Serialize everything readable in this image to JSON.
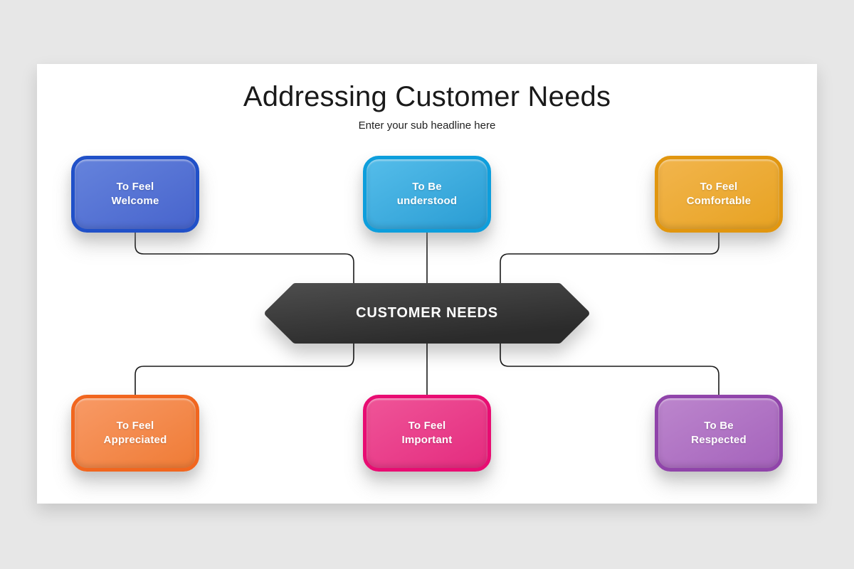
{
  "canvas": {
    "background": "#e7e7e7",
    "slide_background": "#ffffff"
  },
  "header": {
    "title": "Addressing Customer Needs",
    "subtitle": "Enter your sub headline here",
    "title_color": "#1a1a1a"
  },
  "center_node": {
    "label": "CUSTOMER NEEDS",
    "gradient_top": "#4c4c4c",
    "gradient_bottom": "#2b2b2b",
    "text_color": "#ffffff"
  },
  "connector_color": "#1a1a1a",
  "node_text_color": "#ffffff",
  "nodes": [
    {
      "id": "to-feel-welcome",
      "line1": "To Feel",
      "line2": "Welcome",
      "border_color": "#2050c8",
      "fill_light": "#6583dc",
      "fill_dark": "#4a67ce"
    },
    {
      "id": "to-be-understood",
      "line1": "To Be",
      "line2": "understood",
      "border_color": "#0d9edc",
      "fill_light": "#55bdea",
      "fill_dark": "#2d9fd5"
    },
    {
      "id": "to-feel-comfortable",
      "line1": "To Feel",
      "line2": "Comfortable",
      "border_color": "#e1960f",
      "fill_light": "#f2b54d",
      "fill_dark": "#e8a426"
    },
    {
      "id": "to-feel-appreciated",
      "line1": "To Feel",
      "line2": "Appreciated",
      "border_color": "#f1661f",
      "fill_light": "#f89a66",
      "fill_dark": "#f07e3a"
    },
    {
      "id": "to-feel-important",
      "line1": "To Feel",
      "line2": "Important",
      "border_color": "#e80c72",
      "fill_light": "#ef5598",
      "fill_dark": "#e52f81"
    },
    {
      "id": "to-be-respected",
      "line1": "To Be",
      "line2": "Respected",
      "border_color": "#9044aa",
      "fill_light": "#bc86cd",
      "fill_dark": "#a766bd"
    }
  ]
}
